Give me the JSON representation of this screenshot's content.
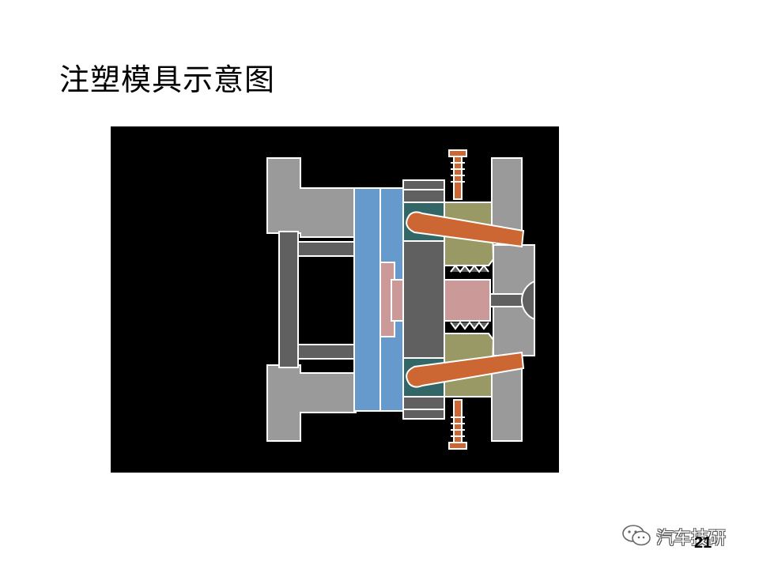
{
  "slide": {
    "title": "注塑模具示意图",
    "page_number": "21"
  },
  "watermark": {
    "text": "汽车技研",
    "icon": "wechat-icon"
  },
  "colors": {
    "background": "#000000",
    "clamp_plate_gray": "#9a9a9a",
    "ejector_dark_gray": "#606060",
    "plate_blue": "#6699cc",
    "core_pink": "#cc9999",
    "slider_teal": "#336666",
    "cavity_olive": "#999966",
    "pin_orange": "#cc6633",
    "outline": "#ffffff"
  }
}
